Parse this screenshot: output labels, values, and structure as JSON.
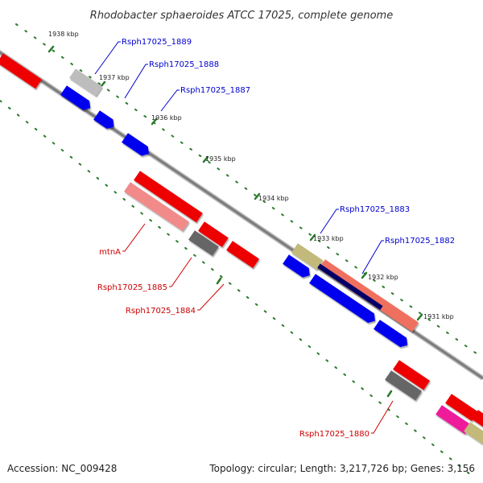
{
  "title": "Rhodobacter sphaeroides ATCC 17025, complete genome",
  "footer": {
    "accession": "Accession: NC_009428",
    "topology": "Topology: circular; Length: 3,217,726 bp; Genes: 3,156"
  },
  "scale_labels": [
    "1938 kbp",
    "1937 kbp",
    "1936 kbp",
    "1935 kbp",
    "1934 kbp",
    "1933 kbp",
    "1932 kbp",
    "1931 kbp"
  ],
  "gene_labels": {
    "top": [
      "Rsph17025_1889",
      "Rsph17025_1888",
      "Rsph17025_1887",
      "Rsph17025_1883",
      "Rsph17025_1882"
    ],
    "bottom": [
      "mtnA",
      "Rsph17025_1885",
      "Rsph17025_1884",
      "Rsph17025_1880"
    ]
  },
  "colors": {
    "top_label": "#0000cc",
    "bottom_label": "#cc0000",
    "backbone": "#888888",
    "tick": "#2a7a2a"
  }
}
